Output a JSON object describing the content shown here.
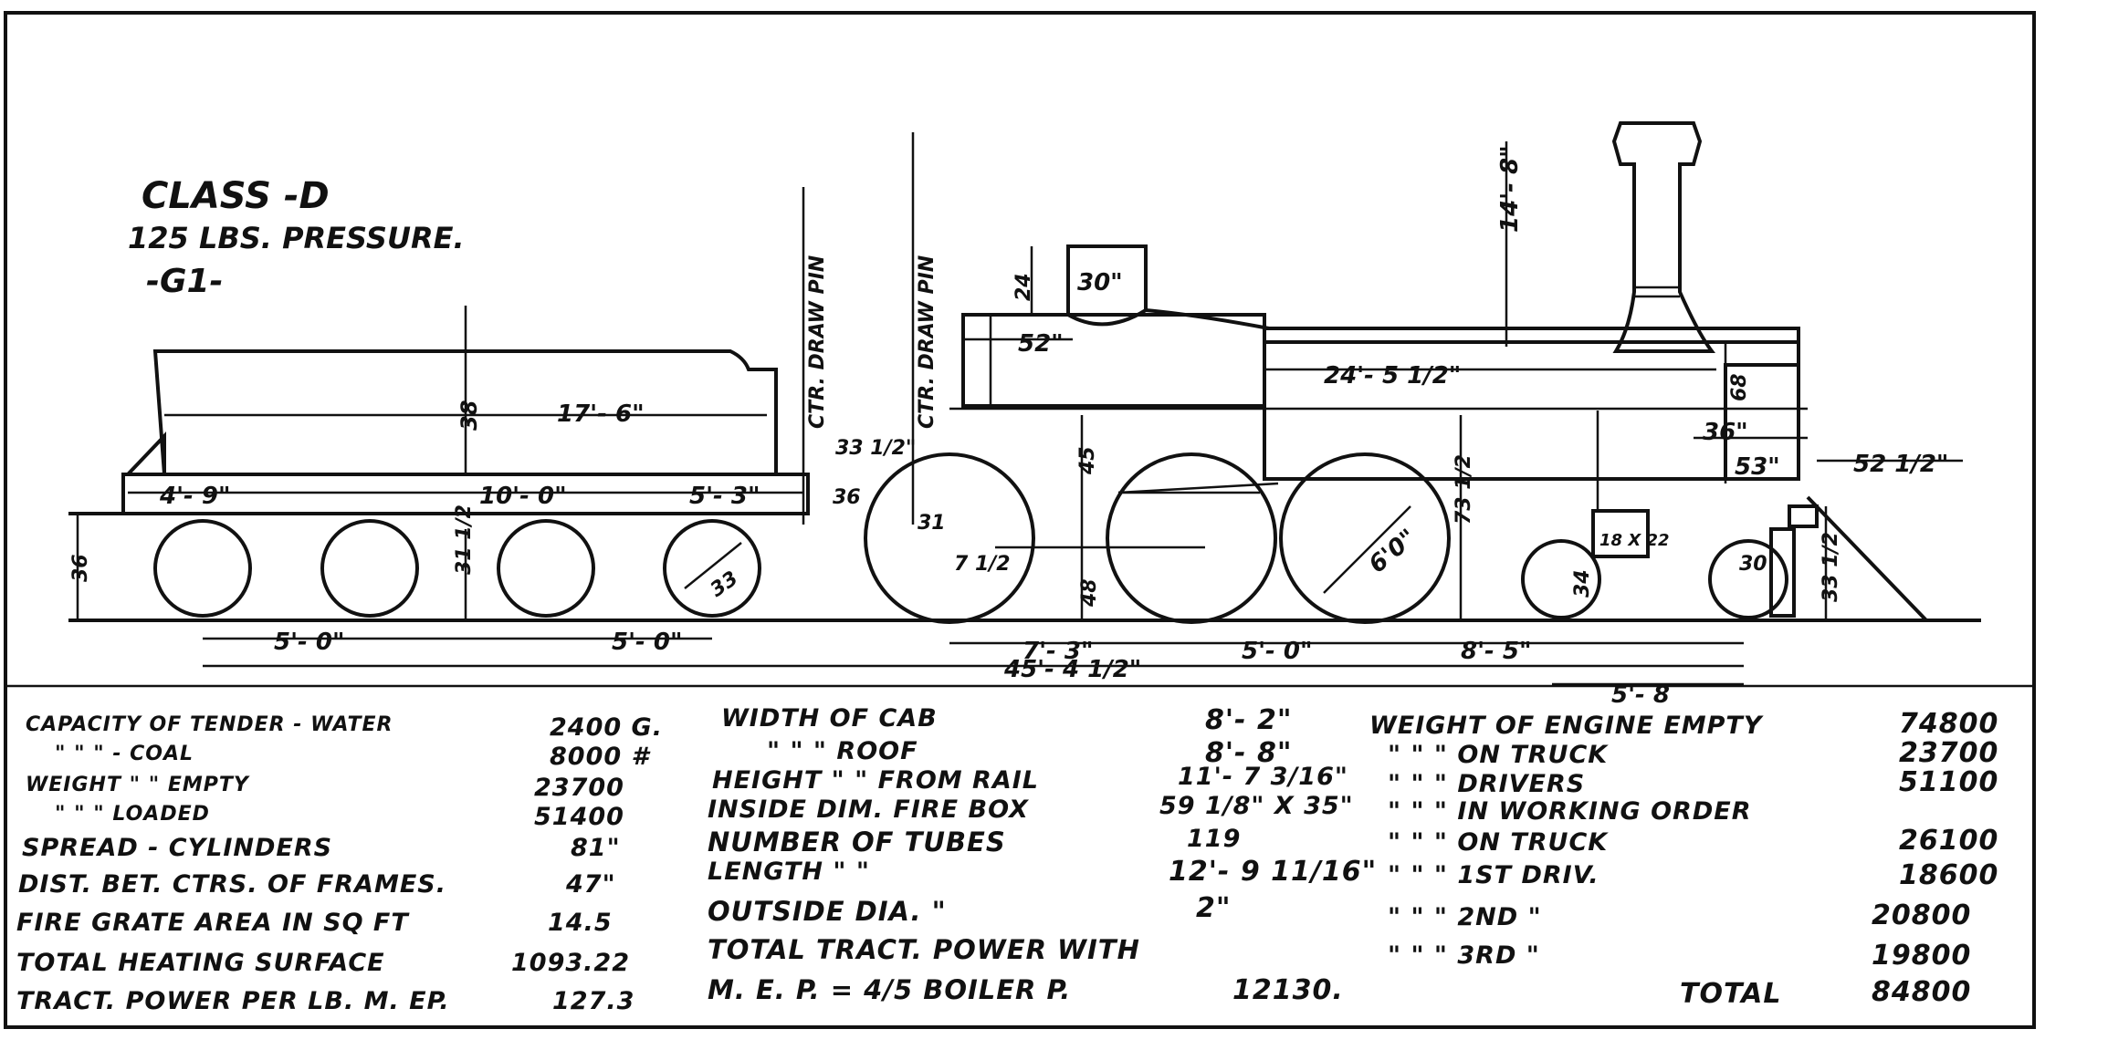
{
  "title": {
    "class": "CLASS -D",
    "pressure": "125 LBS. PRESSURE.",
    "code": "-G1-"
  },
  "labels": {
    "ctr_draw_pin_1": "CTR. DRAW PIN",
    "ctr_draw_pin_2": "CTR. DRAW PIN"
  },
  "dimensions": {
    "tender_height": "38",
    "tender_length": "17'- 6\"",
    "tender_left": "4'- 9\"",
    "tender_mid": "10'- 0\"",
    "tender_right": "5'- 3\"",
    "tender_axle_1": "5'- 0\"",
    "tender_axle_2": "5'- 0\"",
    "tender_wheel": "33",
    "tender_wheel_height": "36",
    "tender_frame": "31 1/2",
    "drawbar_h": "33 1/2\"",
    "drawbar_v": "36",
    "overall": "45'- 4 1/2\"",
    "dome": "30\"",
    "dome_h": "24",
    "cab_52": "52\"",
    "boiler_len": "24'- 5 1/2\"",
    "stack_h": "14'- 8\"",
    "smokebox": "68",
    "cyl_36": "36\"",
    "cyl_53": "53\"",
    "pilot_52": "52 1/2\"",
    "drv_ctr_1": "45",
    "drv_ctr_2": "73 1/2",
    "driver_dia": "6'0\"",
    "wb_7_3": "7'- 3\"",
    "wb_5_0": "5'- 0\"",
    "wb_8_5": "8'- 5\"",
    "truck_5_8": "5'- 8",
    "firebox_w": "31",
    "firebox_d": "7 1/2",
    "firebox_h": "48",
    "cyl_18x22": "18 X 22",
    "truck_wheel": "30",
    "truck_h": "34",
    "pilot_h": "33 1/2"
  },
  "tender_specs": [
    {
      "label": "CAPACITY OF TENDER - WATER",
      "value": "2400 G."
    },
    {
      "label": "\"  \"  \" - COAL",
      "value": "8000 #"
    },
    {
      "label": "WEIGHT  \"  \" EMPTY",
      "value": "23700"
    },
    {
      "label": "\"  \"  \" LOADED",
      "value": "51400"
    },
    {
      "label": "SPREAD - CYLINDERS",
      "value": "81\""
    },
    {
      "label": "DIST. BET. CTRS. OF FRAMES.",
      "value": "47\""
    },
    {
      "label": "FIRE GRATE AREA IN SQ FT",
      "value": "14.5"
    },
    {
      "label": "TOTAL HEATING SURFACE",
      "value": "1093.22"
    },
    {
      "label": "TRACT. POWER PER LB. M. EP.",
      "value": "127.3"
    }
  ],
  "engine_specs": [
    {
      "label": "WIDTH OF CAB",
      "value": "8'- 2\""
    },
    {
      "label": "\"  \"  \" ROOF",
      "value": "8'- 8\""
    },
    {
      "label": "HEIGHT \" \" FROM RAIL",
      "value": "11'- 7 3/16\""
    },
    {
      "label": "INSIDE DIM. FIRE BOX",
      "value": "59 1/8\" X 35\""
    },
    {
      "label": "NUMBER OF TUBES",
      "value": "119"
    },
    {
      "label": "LENGTH  \"  \"",
      "value": "12'- 9 11/16\""
    },
    {
      "label": "OUTSIDE DIA. \"",
      "value": "2\""
    },
    {
      "label": "TOTAL TRACT. POWER WITH",
      "value": ""
    },
    {
      "label": "M. E. P. = 4/5 BOILER P.",
      "value": "12130."
    }
  ],
  "weight_specs": [
    {
      "label": "WEIGHT OF ENGINE EMPTY",
      "value": "74800"
    },
    {
      "label": "\"  \"  \" ON TRUCK",
      "value": "23700"
    },
    {
      "label": "\"  \"  \" DRIVERS",
      "value": "51100"
    },
    {
      "label": "\"  \"  \" IN WORKING ORDER",
      "value": ""
    },
    {
      "label": "\"  \"  \" ON TRUCK",
      "value": "26100"
    },
    {
      "label": "\"  \"  \" 1ST DRIV.",
      "value": "18600"
    },
    {
      "label": "\"  \"  \" 2ND \"",
      "value": "20800"
    },
    {
      "label": "\"  \"  \" 3RD \"",
      "value": "19800"
    },
    {
      "label": "TOTAL",
      "value": "84800"
    }
  ]
}
